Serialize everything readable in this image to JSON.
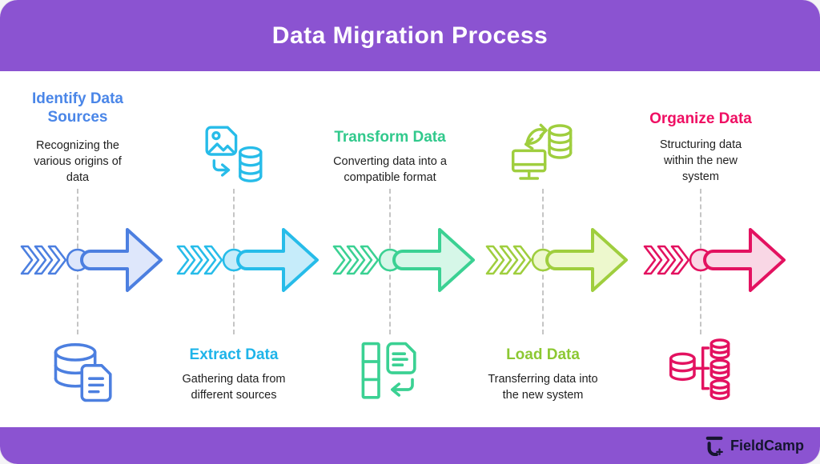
{
  "header": {
    "title": "Data Migration Process"
  },
  "theme": {
    "purple": "#8b53d1",
    "dash_gray": "#c5c5c5",
    "description_text": "#1f1f1f",
    "logo_dark": "#15152e"
  },
  "footer": {
    "brand": "FieldCamp",
    "logo_icon": "fieldcamp-f-icon"
  },
  "steps": [
    {
      "title": "Identify Data Sources",
      "description": "Recognizing the various origins of data",
      "title_color": "#4a86e8",
      "stroke": "#4c7fe0",
      "fill": "#dee7fb",
      "icon": "database-document-icon",
      "layout": "text-top"
    },
    {
      "title": "Extract Data",
      "description": "Gathering data from different sources",
      "title_color": "#1eb4e9",
      "stroke": "#27bce9",
      "fill": "#c6ecfa",
      "icon": "image-to-database-icon",
      "layout": "icon-top"
    },
    {
      "title": "Transform Data",
      "description": "Converting data into a compatible format",
      "title_color": "#31c98c",
      "stroke": "#3bd193",
      "fill": "#d6f7e8",
      "icon": "table-document-return-icon",
      "layout": "text-top"
    },
    {
      "title": "Load Data",
      "description": "Transferring data into the new system",
      "title_color": "#8cc832",
      "stroke": "#9fce3e",
      "fill": "#edf8cd",
      "icon": "monitor-sync-database-icon",
      "layout": "icon-top"
    },
    {
      "title": "Organize Data",
      "description": "Structuring data within the new system",
      "title_color": "#ef0f63",
      "stroke": "#e31260",
      "fill": "#f9d7e5",
      "icon": "database-split-icon",
      "layout": "text-top"
    }
  ]
}
